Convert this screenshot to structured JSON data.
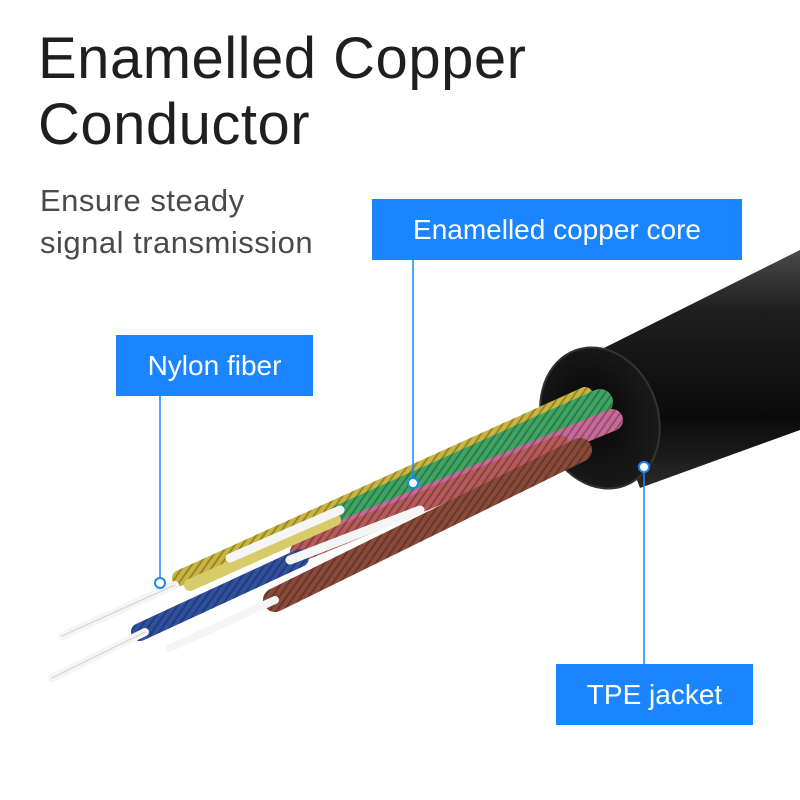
{
  "headline": {
    "line1": "Enamelled Copper",
    "line2": "Conductor"
  },
  "subheadline": {
    "line1": "Ensure steady",
    "line2": "signal transmission"
  },
  "callouts": {
    "core": "Enamelled copper core",
    "nylon": "Nylon fiber",
    "jacket": "TPE jacket"
  },
  "colors": {
    "callout_bg": "#1a85ff",
    "jacket": "#141414",
    "wire_yellow": "#c9b540",
    "wire_green": "#3fa563",
    "wire_pink": "#c86a98",
    "wire_red": "#b65a5a",
    "wire_brown": "#8a4a3a",
    "wire_blue": "#3050a0",
    "fiber": "#ffffff"
  }
}
